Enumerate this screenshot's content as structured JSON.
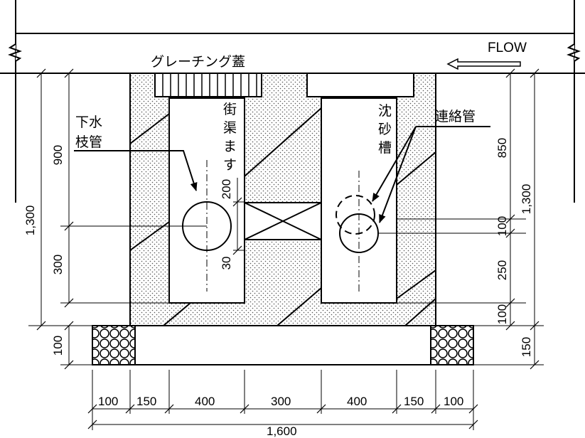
{
  "labels": {
    "grating_lid": "グレーチング蓋",
    "flow": "FLOW",
    "branch_pipe": [
      "下水",
      "枝管"
    ],
    "street_inlet": [
      "街",
      "渠",
      "ま",
      "す"
    ],
    "sand_basin": [
      "沈",
      "砂",
      "槽"
    ],
    "connecting_pipe": "連絡管"
  },
  "dimensions": {
    "bottom_segments": [
      "100",
      "150",
      "400",
      "300",
      "400",
      "150",
      "100"
    ],
    "bottom_total": "1,600",
    "left_outer": "1,300",
    "left_inner_upper": "900",
    "left_inner_lower": "300",
    "left_base": "100",
    "inlet_200": "200",
    "inlet_30": "30",
    "right_850": "850",
    "right_100_top": "100",
    "right_250": "250",
    "right_100_bottom": "100",
    "right_outer": "1,300",
    "right_base": "150"
  }
}
